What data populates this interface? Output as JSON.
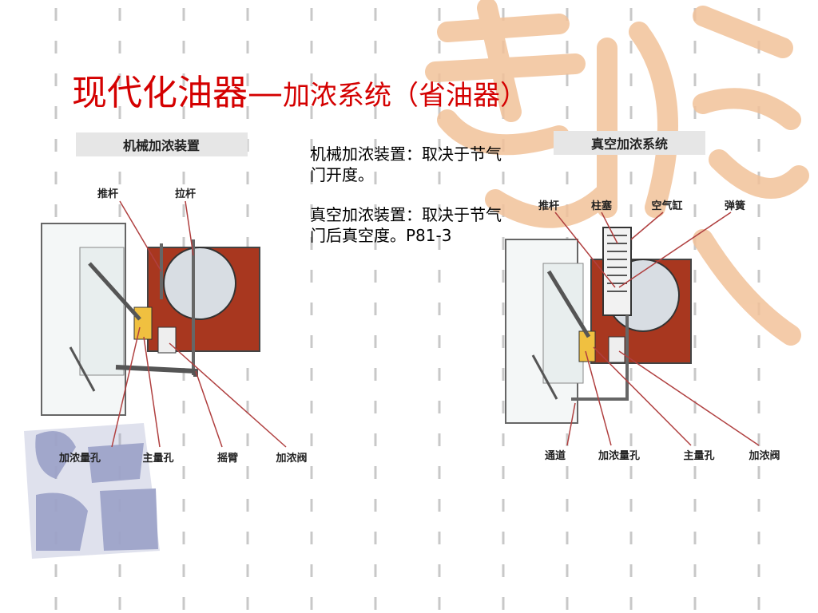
{
  "title": {
    "main": "现代化油器—",
    "sub": "加浓系统（省油器）"
  },
  "text": {
    "p1": "机械加浓装置：取决于节气门开度。",
    "p2_line": "真空加浓装置：取决于节气门后真空度。",
    "p2_ref": "P81-3"
  },
  "mech_diagram": {
    "caption": "机械加浓装置",
    "labels": {
      "push_rod": "推杆",
      "pull_rod": "拉杆",
      "enrich_jet": "加浓量孔",
      "main_jet": "主量孔",
      "rocker_arm": "摇臂",
      "enrich_valve": "加浓阀"
    }
  },
  "vac_diagram": {
    "caption": "真空加浓系统",
    "labels": {
      "push_rod": "推杆",
      "piston": "柱塞",
      "air_cylinder": "空气缸",
      "spring": "弹簧",
      "passage": "通道",
      "enrich_jet": "加浓量孔",
      "main_jet": "主量孔",
      "enrich_valve": "加浓阀"
    }
  },
  "colors": {
    "title": "#d40000",
    "fuel": "#a8371f",
    "watermark": "#f2c29a",
    "seal": "#9da3c9"
  }
}
